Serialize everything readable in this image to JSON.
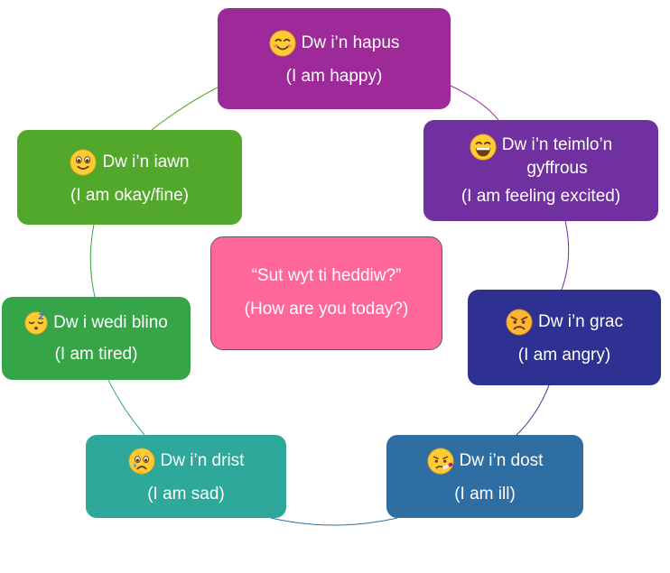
{
  "center": {
    "question": "“Sut wyt ti heddiw?”",
    "translation": "(How are you today?)"
  },
  "feelings": [
    {
      "key": "happy",
      "welsh": "Dw i’n hapus",
      "english": "(I am happy)",
      "icon": "smiling-face-icon",
      "color": "#9E2A9A"
    },
    {
      "key": "excited",
      "welsh_line1": "Dw i’n teimlo’n",
      "welsh_line2": "gyffrous",
      "english": "(I am feeling excited)",
      "icon": "grinning-face-icon",
      "color": "#7030A0"
    },
    {
      "key": "angry",
      "welsh": "Dw i’n grac",
      "english": "(I am angry)",
      "icon": "angry-face-icon",
      "color": "#2E3192"
    },
    {
      "key": "ill",
      "welsh": "Dw i’n dost",
      "english": "(I am ill)",
      "icon": "sick-face-icon",
      "color": "#2F6EA2"
    },
    {
      "key": "sad",
      "welsh": "Dw i’n drist",
      "english": "(I am sad)",
      "icon": "sad-face-icon",
      "color": "#2EA89A"
    },
    {
      "key": "tired",
      "welsh": "Dw i wedi blino",
      "english": "(I am tired)",
      "icon": "sleepy-face-icon",
      "color": "#35A547"
    },
    {
      "key": "okay",
      "welsh": "Dw i’n iawn",
      "english": "(I am okay/fine)",
      "icon": "slightly-smiling-face-icon",
      "color": "#52A82B"
    }
  ]
}
